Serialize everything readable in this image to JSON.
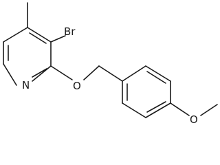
{
  "molecule": {
    "atom_labels": {
      "br": "Br",
      "n": "N",
      "o_ether": "O",
      "o_methoxy": "O"
    }
  }
}
